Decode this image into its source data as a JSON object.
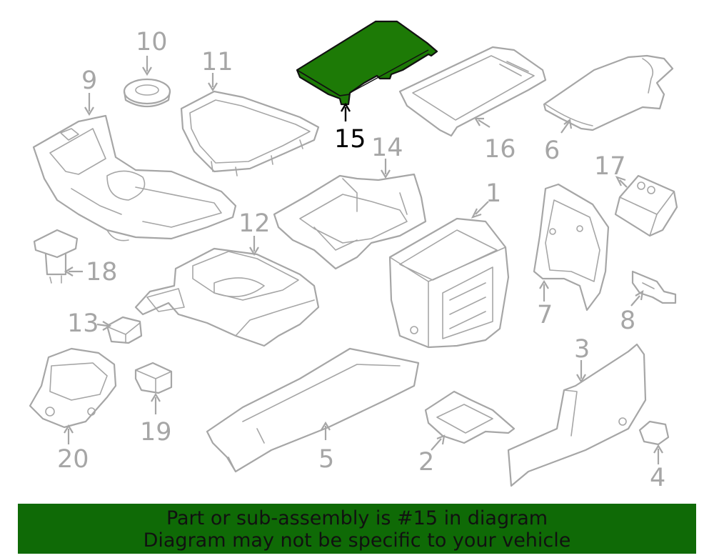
{
  "diagram": {
    "highlight_color": "#1d7a06",
    "part_color": "#a6a6a6",
    "highlighted_callout": "15",
    "callouts": [
      {
        "id": "c1",
        "label": "1"
      },
      {
        "id": "c2",
        "label": "2"
      },
      {
        "id": "c3",
        "label": "3"
      },
      {
        "id": "c4",
        "label": "4"
      },
      {
        "id": "c5",
        "label": "5"
      },
      {
        "id": "c6",
        "label": "6"
      },
      {
        "id": "c7",
        "label": "7"
      },
      {
        "id": "c8",
        "label": "8"
      },
      {
        "id": "c9",
        "label": "9"
      },
      {
        "id": "c10",
        "label": "10"
      },
      {
        "id": "c11",
        "label": "11"
      },
      {
        "id": "c12",
        "label": "12"
      },
      {
        "id": "c13",
        "label": "13"
      },
      {
        "id": "c14",
        "label": "14"
      },
      {
        "id": "c15",
        "label": "15"
      },
      {
        "id": "c16",
        "label": "16"
      },
      {
        "id": "c17",
        "label": "17"
      },
      {
        "id": "c18",
        "label": "18"
      },
      {
        "id": "c19",
        "label": "19"
      },
      {
        "id": "c20",
        "label": "20"
      }
    ]
  },
  "banner": {
    "background": "#0f6a06",
    "line1": "Part or sub-assembly is #15 in diagram",
    "line2": "Diagram may not be specific to your vehicle"
  }
}
